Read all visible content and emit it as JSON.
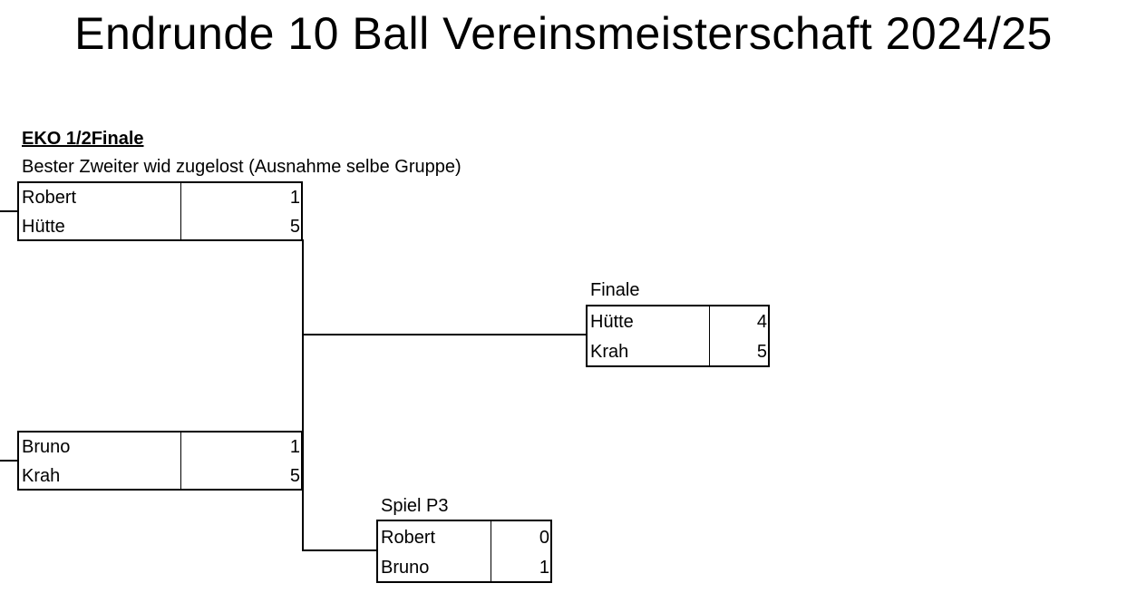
{
  "title": "Endrunde 10 Ball Vereinsmeisterschaft 2024/25",
  "semifinal": {
    "heading": "EKO 1/2Finale",
    "note": "Bester Zweiter wid zugelost (Ausnahme selbe Gruppe)",
    "match1": {
      "player1": "Robert",
      "score1": "1",
      "player2": "Hütte",
      "score2": "5"
    },
    "match2": {
      "player1": "Bruno",
      "score1": "1",
      "player2": "Krah",
      "score2": "5"
    }
  },
  "final": {
    "label": "Finale",
    "player1": "Hütte",
    "score1": "4",
    "player2": "Krah",
    "score2": "5"
  },
  "third_place": {
    "label": "Spiel P3",
    "player1": "Robert",
    "score1": "0",
    "player2": "Bruno",
    "score2": "1"
  }
}
